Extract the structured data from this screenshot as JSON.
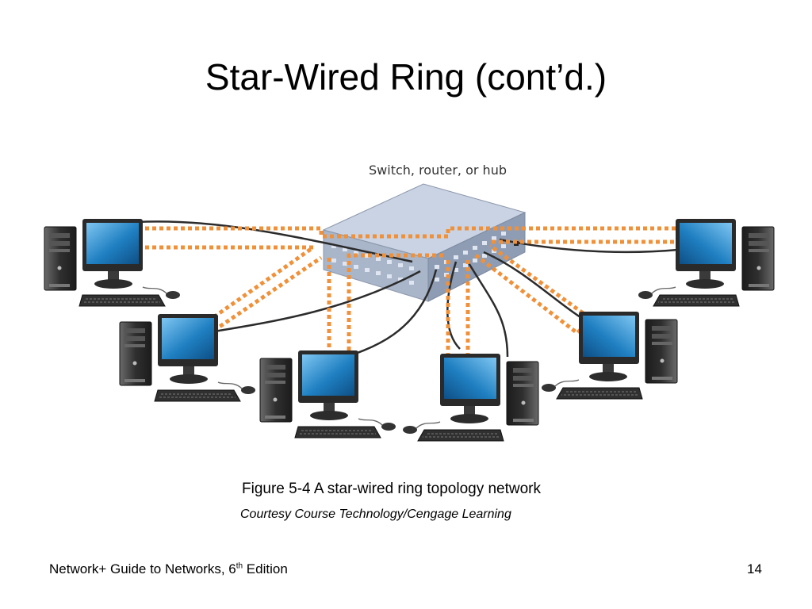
{
  "slide": {
    "title": "Star-Wired Ring (cont’d.)",
    "figure_caption": "Figure 5-4 A star-wired ring topology network",
    "figure_credit": "Courtesy Course Technology/Cengage Learning",
    "footer_text": "Network+ Guide to Networks, 6",
    "footer_sup": "th",
    "footer_suffix": " Edition",
    "slide_number": "14"
  },
  "diagram": {
    "hub_label": "Switch, router, or hub",
    "colors": {
      "ring": "#f0913a",
      "cable": "#2b2b2b",
      "hub_top": "#c9d3e3",
      "hub_side": "#9aa7bd",
      "screen": "#1f7fc1",
      "tower": "#3a3a3a"
    }
  }
}
